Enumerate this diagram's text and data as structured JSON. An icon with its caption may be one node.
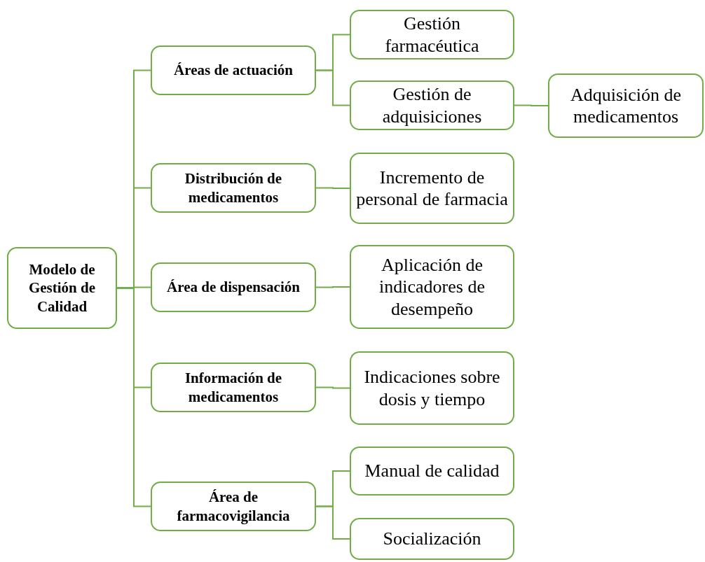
{
  "diagram": {
    "nodes": [
      {
        "text": [
          "Modelo de Gestión de Calidad"
        ]
      },
      {
        "text": [
          "Áreas de actuación"
        ]
      },
      {
        "text": [
          "Distribución de medicamentos"
        ]
      },
      {
        "text": [
          "Área de dispensación"
        ]
      },
      {
        "text": [
          "Información de medicamentos"
        ]
      },
      {
        "text": [
          "Área de farmacovigilancia"
        ]
      },
      {
        "text": [
          "Gestión farmacéutica"
        ]
      },
      {
        "text": [
          "Gestión de adquisiciones"
        ]
      },
      {
        "text": [
          "Adquisición de medicamentos"
        ]
      },
      {
        "text": [
          "Incremento de personal de farmacia"
        ]
      },
      {
        "text": [
          "Aplicación de indicadores de desempeño"
        ]
      },
      {
        "text": [
          "Indicaciones sobre dosis y tiempo"
        ]
      },
      {
        "text": [
          "Manual de calidad"
        ]
      },
      {
        "text": [
          "Socialización"
        ]
      }
    ],
    "edges": [
      {
        "from": 0,
        "to": 1,
        "arrow": "none"
      },
      {
        "from": 0,
        "to": 2,
        "arrow": "none"
      },
      {
        "from": 0,
        "to": 3,
        "arrow": "none"
      },
      {
        "from": 0,
        "to": 4,
        "arrow": "none"
      },
      {
        "from": 0,
        "to": 5,
        "arrow": "none"
      },
      {
        "from": 1,
        "to": 6,
        "arrow": "none"
      },
      {
        "from": 1,
        "to": 7,
        "arrow": "none"
      },
      {
        "from": 7,
        "to": 8,
        "arrow": "none"
      },
      {
        "from": 2,
        "to": 9,
        "arrow": "none"
      },
      {
        "from": 3,
        "to": 10,
        "arrow": "none"
      },
      {
        "from": 4,
        "to": 11,
        "arrow": "none"
      },
      {
        "from": 5,
        "to": 12,
        "arrow": "none"
      },
      {
        "from": 5,
        "to": 13,
        "arrow": "none"
      }
    ]
  }
}
